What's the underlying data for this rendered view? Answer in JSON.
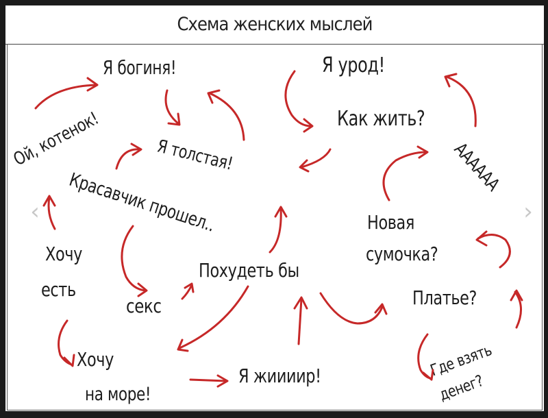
{
  "title": "Схема женских мыслей",
  "thoughts": {
    "goddess": "Я богиня!",
    "ugly": "Я урод!",
    "kitten": "Ой, котенок!",
    "how_live": "Как жить?",
    "fat": "Я толстая!",
    "scream": "АААААА",
    "handsome": "Красавчик прошел..",
    "new_bag_1": "Новая",
    "new_bag_2": "сумочка?",
    "want_eat_1": "Хочу",
    "want_eat_2": "есть",
    "lose_weight": "Похудеть бы",
    "sex": "секс",
    "dress": "Платье?",
    "want_sea_1": "Хочу",
    "want_sea_2": "на море!",
    "fat_again": "Я жиииир!",
    "money": "Где взять денег?"
  },
  "nav": {
    "prev_glyph": "‹",
    "next_glyph": "›"
  },
  "colors": {
    "arrow": "#c62828",
    "text": "#1d1d1d",
    "background": "#ffffff",
    "outer": "#1b1b1b"
  }
}
